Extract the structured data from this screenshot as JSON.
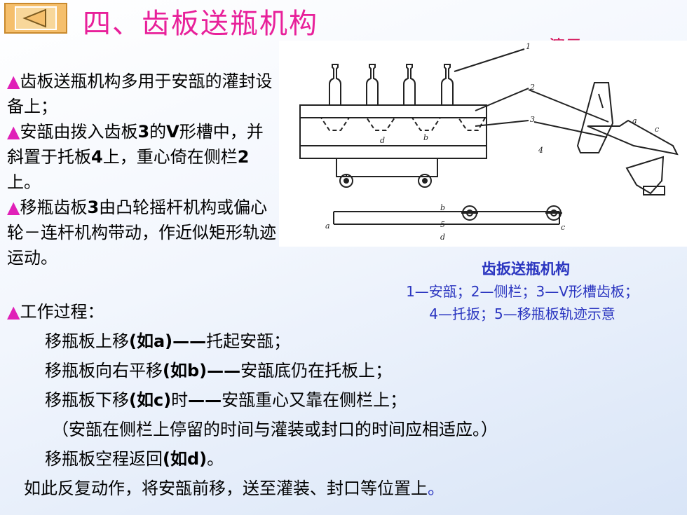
{
  "nav": {
    "back_icon": "triangle-left-icon"
  },
  "title": "四、齿板送瓶机构",
  "demo_link": "演示",
  "bullets": [
    {
      "marker": "▲",
      "text": "齿板送瓶机构多用于安瓿的灌封设备上；"
    },
    {
      "marker": "▲",
      "pre": "安瓿由拨入齿板",
      "num": "3",
      "mid": "的",
      "v": "V",
      "post": "形槽中，并斜置于托板",
      "num2": "4",
      "post2": "上，重心倚在侧栏",
      "num3": "2",
      "post3": "上。"
    },
    {
      "marker": "▲",
      "pre": "移瓶齿板",
      "num": "3",
      "post": "由凸轮摇杆机构或偏心轮－连杆机构带动，作近似矩形轨迹运动。"
    }
  ],
  "figure": {
    "labels": [
      "1",
      "2",
      "3",
      "4",
      "5",
      "a",
      "b",
      "c",
      "d"
    ]
  },
  "caption": {
    "title": "齿扳送瓶机构",
    "line1": "1—安瓿；2—侧栏；3—V形槽齿板；",
    "line2": "4—托扳；5—移瓶板轨迹示意"
  },
  "process": {
    "marker": "▲",
    "heading": "工作过程：",
    "steps": [
      {
        "pre": "移瓶板上移",
        "code": "(如a)——",
        "post": "托起安瓿；"
      },
      {
        "pre": "移瓶板向右平移",
        "code": "(如b)——",
        "post": "安瓿底仍在托板上；"
      },
      {
        "pre": "移瓶板下移",
        "code": "(如c)",
        "mid": "时",
        "code2": "——",
        "post": "安瓿重心又靠在侧栏上；"
      }
    ],
    "note": "（安瓿在侧栏上停留的时间与灌装或封口的时间应相适应。）",
    "step4": {
      "pre": "移瓶板空程返回",
      "code": "(如d)",
      "post": "。"
    },
    "summary": "如此反复动作，将安瓿前移，送至灌装、封口等位置上",
    "summary_end": "。"
  },
  "colors": {
    "accent": "#e8209a",
    "caption": "#2a35c0",
    "button": "#f5bf6c"
  }
}
